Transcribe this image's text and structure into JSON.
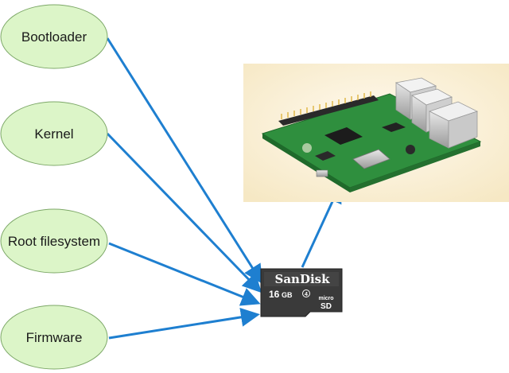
{
  "nodes": [
    {
      "id": "bootloader",
      "label": "Bootloader"
    },
    {
      "id": "kernel",
      "label": "Kernel"
    },
    {
      "id": "rootfs",
      "label": "Root filesystem"
    },
    {
      "id": "firmware",
      "label": "Firmware"
    }
  ],
  "sdcard": {
    "brand": "SanDisk",
    "capacity_num": "16",
    "capacity_unit": "GB",
    "class_mark": "4",
    "micro_mark": "micro",
    "logo_text": "SD"
  },
  "board": {
    "description_icon": "raspberry-pi-board-icon"
  },
  "colors": {
    "node_fill": "#dcf5c8",
    "node_stroke": "#7da868",
    "arrow": "#1e7fd0",
    "board_bg": "#fcf1d7",
    "pcb": "#2f8f3e",
    "sd_body": "#3a3a3a"
  },
  "edges": [
    {
      "from": "bootloader",
      "to": "sdcard"
    },
    {
      "from": "kernel",
      "to": "sdcard"
    },
    {
      "from": "rootfs",
      "to": "sdcard"
    },
    {
      "from": "firmware",
      "to": "sdcard"
    },
    {
      "from": "sdcard",
      "to": "board"
    }
  ]
}
